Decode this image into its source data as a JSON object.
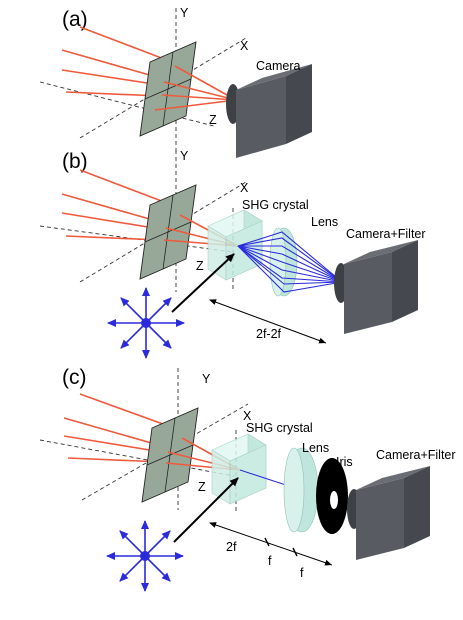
{
  "panels": [
    {
      "label": "(a)",
      "axes": {
        "x": "X",
        "y": "Y",
        "z": "Z"
      },
      "camera_label": "Camera"
    },
    {
      "label": "(b)",
      "axes": {
        "x": "X",
        "y": "Y",
        "z": "Z"
      },
      "crystal_label": "SHG crystal",
      "lens_label": "Lens",
      "camera_label": "Camera+Filter",
      "distance_label": "2f-2f"
    },
    {
      "label": "(c)",
      "axes": {
        "x": "X",
        "y": "Y",
        "z": "Z"
      },
      "crystal_label": "SHG crystal",
      "lens_label": "Lens",
      "iris_label": "Iris",
      "camera_label": "Camera+Filter",
      "distance_labels": [
        "2f",
        "f",
        "f"
      ]
    }
  ],
  "colors": {
    "fundamental_beam": "#f05a3c",
    "second_harmonic": "#2b2bdc",
    "sample": "#98a898",
    "crystal": "#cfeee6",
    "camera": "#4e5157",
    "iris": "#000000"
  }
}
